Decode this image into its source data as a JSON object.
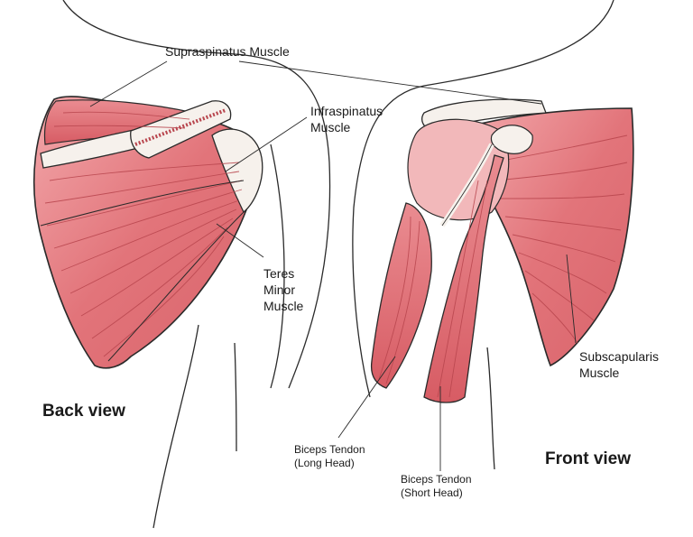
{
  "labels": {
    "supraspinatus": "Supraspinatus Muscle",
    "infraspinatus": [
      "Infraspinatus",
      "Muscle"
    ],
    "teres_minor": [
      "Teres",
      "Minor",
      "Muscle"
    ],
    "subscapularis": [
      "Subscapularis",
      "Muscle"
    ],
    "biceps_long": [
      "Biceps Tendon",
      "(Long Head)"
    ],
    "biceps_short": [
      "Biceps Tendon",
      "(Short Head)"
    ]
  },
  "views": {
    "back": "Back view",
    "front": "Front view"
  },
  "colors": {
    "muscle": "#e2747a",
    "muscle_light": "#f0a9ac",
    "muscle_fiber": "#b8454d",
    "outline": "#2a2a2a",
    "tendon": "#f4f0ec"
  }
}
